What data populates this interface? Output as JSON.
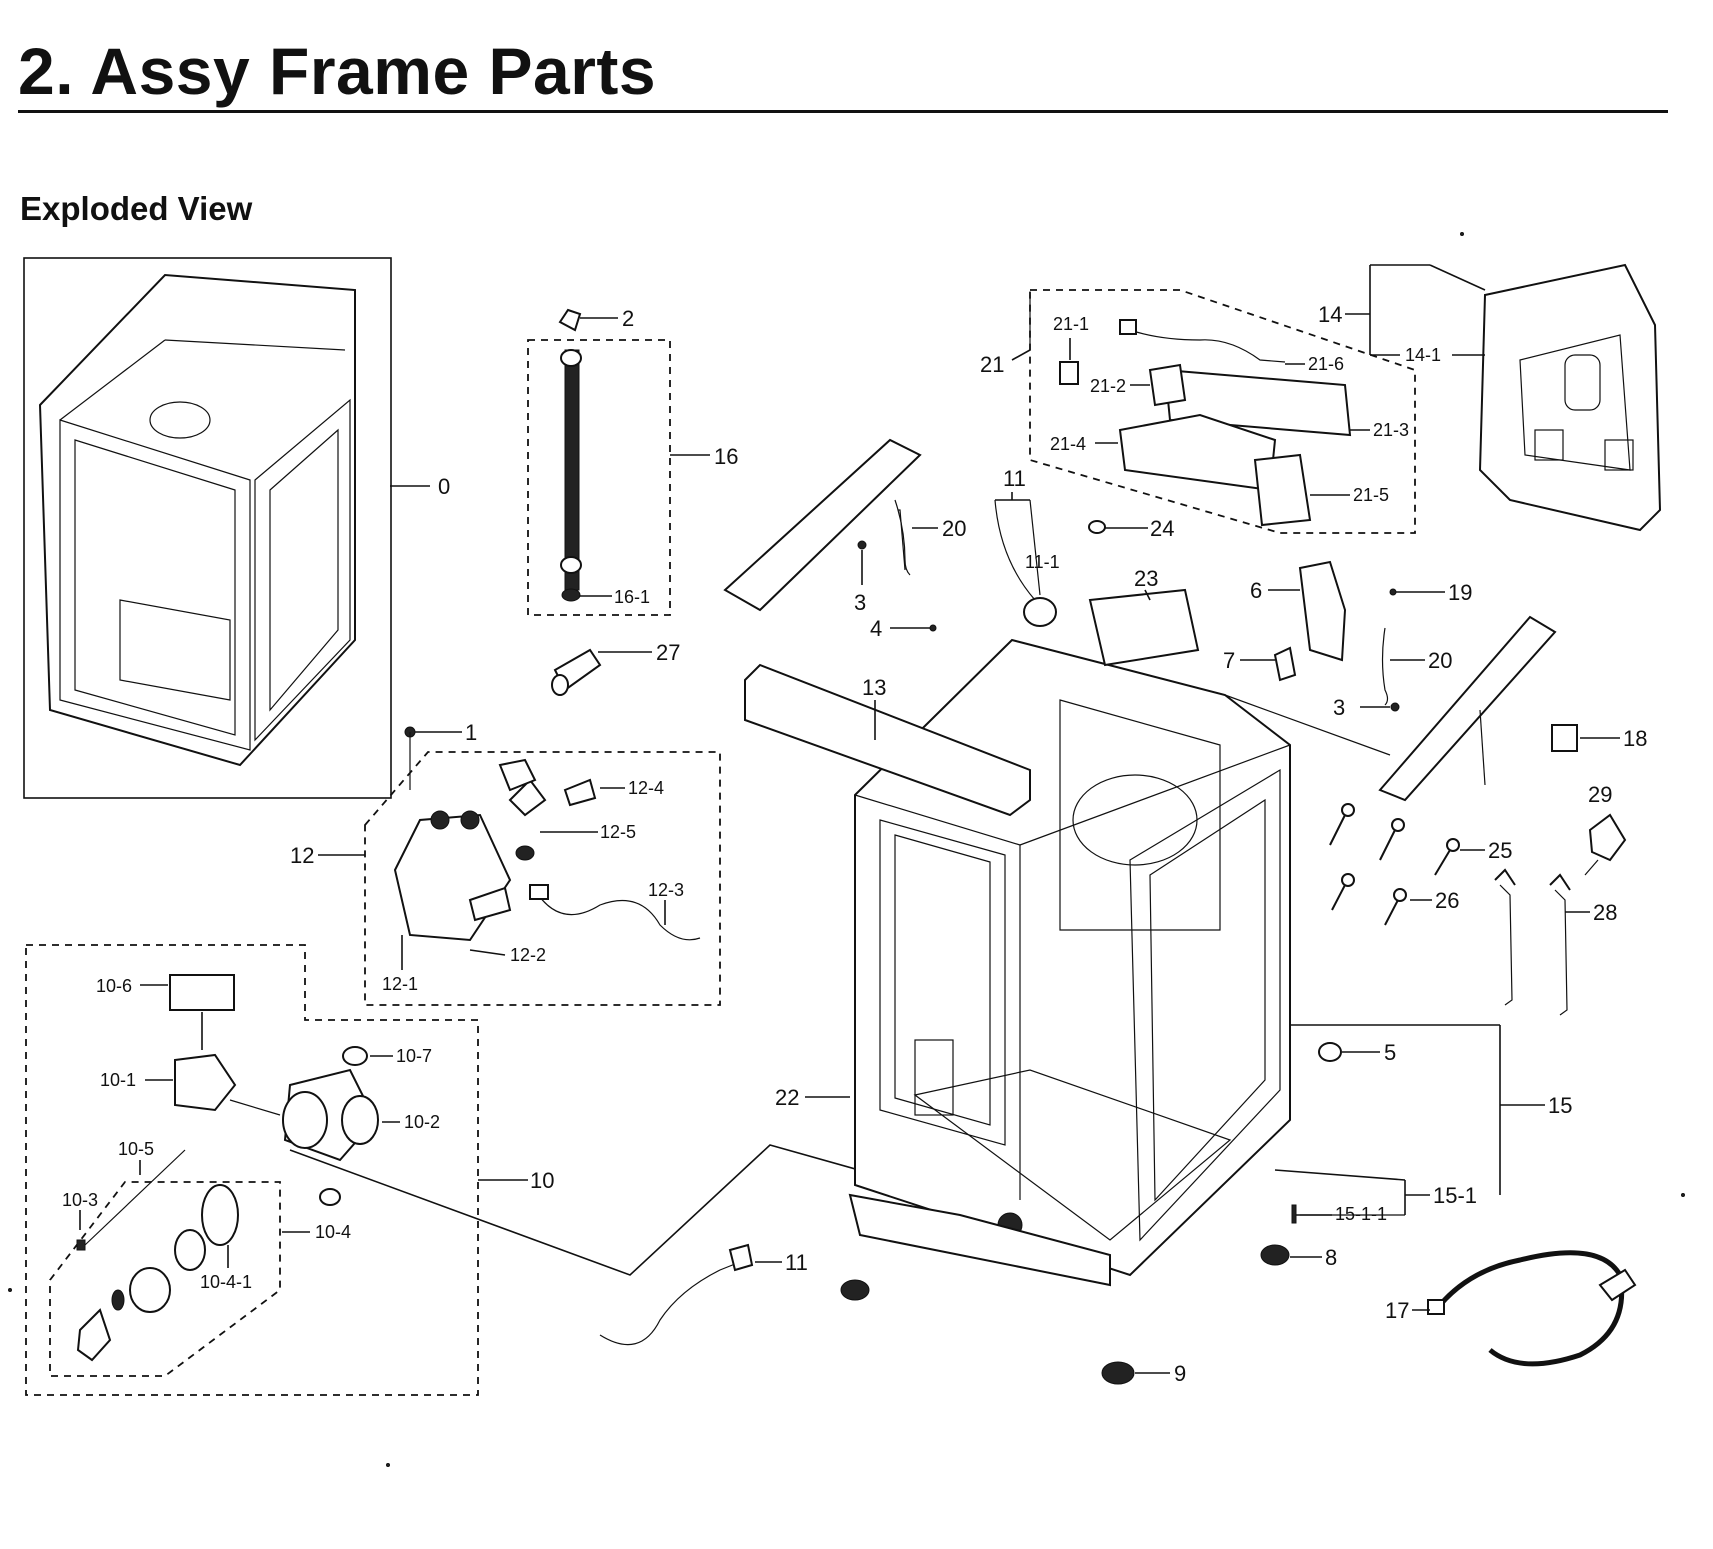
{
  "header": {
    "title": "2.  Assy Frame Parts",
    "subtitle": "Exploded View"
  },
  "callouts": {
    "c0": "0",
    "c1": "1",
    "c2": "2",
    "c3a": "3",
    "c3b": "3",
    "c4": "4",
    "c5": "5",
    "c6": "6",
    "c7": "7",
    "c8": "8",
    "c9": "9",
    "c10": "10",
    "c10_1": "10-1",
    "c10_2": "10-2",
    "c10_3": "10-3",
    "c10_4": "10-4",
    "c10_4_1": "10-4-1",
    "c10_5": "10-5",
    "c10_6": "10-6",
    "c10_7": "10-7",
    "c11a": "11",
    "c11b": "11",
    "c11_1": "11-1",
    "c12": "12",
    "c12_1": "12-1",
    "c12_2": "12-2",
    "c12_3": "12-3",
    "c12_4": "12-4",
    "c12_5": "12-5",
    "c13": "13",
    "c14": "14",
    "c14_1": "14-1",
    "c15": "15",
    "c15_1": "15-1",
    "c15_1_1": "15-1-1",
    "c16": "16",
    "c16_1": "16-1",
    "c17": "17",
    "c18": "18",
    "c19": "19",
    "c20a": "20",
    "c20b": "20",
    "c21": "21",
    "c21_1": "21-1",
    "c21_2": "21-2",
    "c21_3": "21-3",
    "c21_4": "21-4",
    "c21_5": "21-5",
    "c21_6": "21-6",
    "c22": "22",
    "c23": "23",
    "c24": "24",
    "c25": "25",
    "c26": "26",
    "c27": "27",
    "c28": "28",
    "c29": "29"
  }
}
